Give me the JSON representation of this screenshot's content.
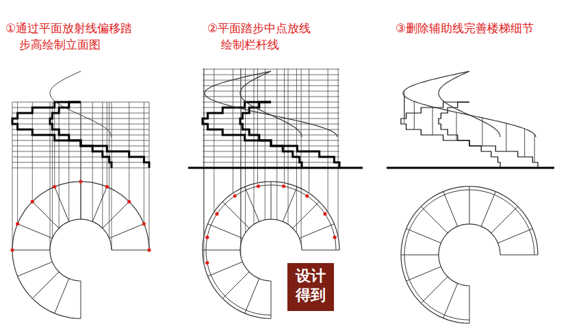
{
  "diagram": {
    "labels": [
      "①通过平面放射线偏移踏步高绘制立面图",
      "②平面踏步中点放线绘制栏杆线",
      "③删除辅助线完善楼梯细节",
      "设计 得到"
    ]
  }
}
